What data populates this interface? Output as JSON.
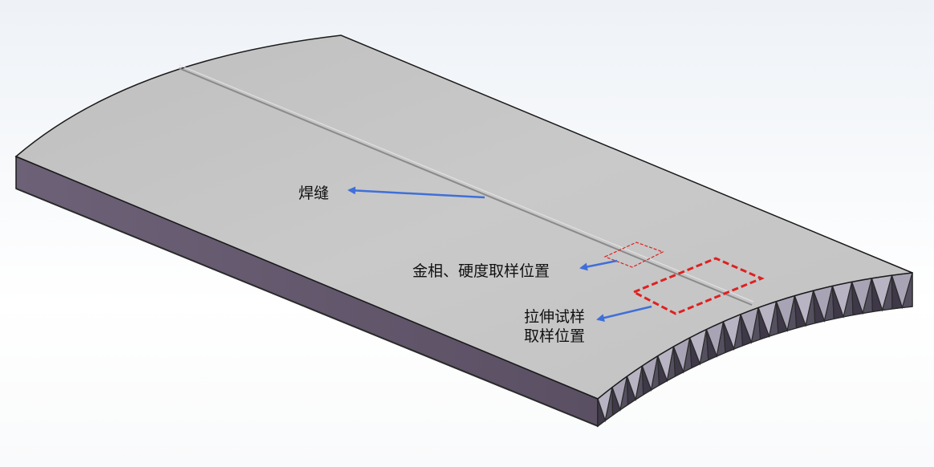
{
  "labels": {
    "weld": "焊缝",
    "hardness_sampling": "金相、硬度取样位置",
    "tensile_line1": "拉伸试样",
    "tensile_line2": "取样位置"
  },
  "colors": {
    "top_surface": "#c6c6c6",
    "side_face": "#5f5368",
    "end_face": "#8d889b",
    "outline": "#1a1a1a",
    "arrow": "#3f6fd8",
    "sample_box": "#e02020"
  }
}
